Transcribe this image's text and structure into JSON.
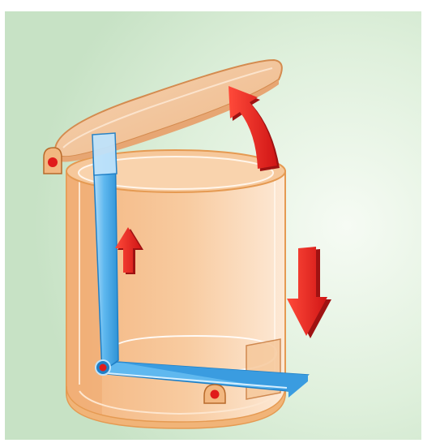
{
  "illustration": {
    "subject": "pedal-bin-mechanism",
    "colors": {
      "background_edge": "#c9e3c7",
      "background_center": "#f4faf2",
      "bin_body": "#f7c596",
      "bin_light": "#fde6cf",
      "bin_outline": "#e59a52",
      "lid": "#f2c39b",
      "rod": "#46a9e8",
      "rod_light": "#bfe3fb",
      "arrow": "#e31e1e",
      "arrow_shadow": "#9f1212",
      "pivot": "#e01b1b"
    },
    "arrows": [
      {
        "meaning": "lid-opens",
        "direction": "up"
      },
      {
        "meaning": "rod-lifts",
        "direction": "up"
      },
      {
        "meaning": "pedal-pressed",
        "direction": "down"
      }
    ]
  }
}
